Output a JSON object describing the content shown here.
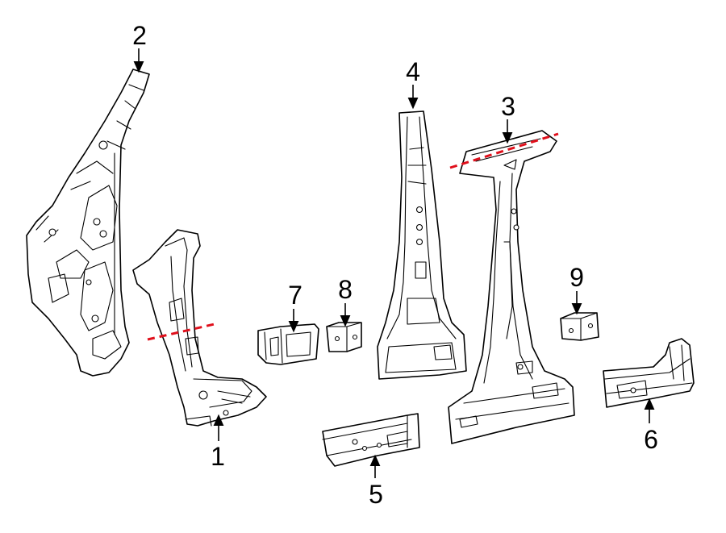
{
  "callouts": [
    {
      "id": "1",
      "label": "1"
    },
    {
      "id": "2",
      "label": "2"
    },
    {
      "id": "3",
      "label": "3"
    },
    {
      "id": "4",
      "label": "4"
    },
    {
      "id": "5",
      "label": "5"
    },
    {
      "id": "6",
      "label": "6"
    },
    {
      "id": "7",
      "label": "7"
    },
    {
      "id": "8",
      "label": "8"
    },
    {
      "id": "9",
      "label": "9"
    }
  ],
  "colors": {
    "outline": "#000000",
    "background": "#ffffff",
    "cut_line": "#e0101c"
  }
}
